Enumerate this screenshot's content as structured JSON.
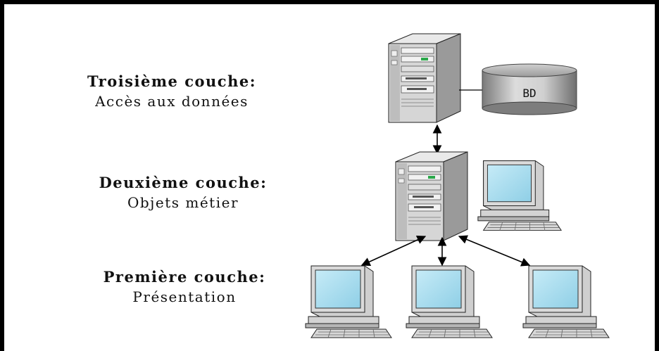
{
  "layers": [
    {
      "title": "Troisième couche:",
      "description": "Accès aux données"
    },
    {
      "title": "Deuxième couche:",
      "description": "Objets métier"
    },
    {
      "title": "Première couche:",
      "description": "Présentation"
    }
  ],
  "database": {
    "label": "BD"
  },
  "colors": {
    "screen": "#a9dcef",
    "case": "#d9d9d9",
    "case_dark": "#9a9a9a",
    "cylinder_light": "#e4e4e4",
    "cylinder_dark": "#8a8a8a",
    "border": "#000000"
  },
  "icons": [
    "server-icon",
    "database-icon",
    "desktop-computer-icon",
    "arrow-icon"
  ]
}
